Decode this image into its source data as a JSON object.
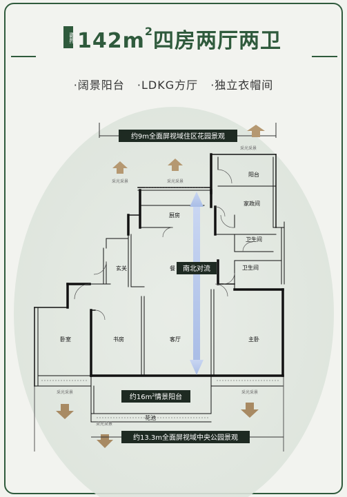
{
  "header": {
    "badge": "建面约",
    "title_main": "142m",
    "title_sup": "2",
    "title_rest": "四房两厅两卫"
  },
  "features": [
    "·阔景阳台",
    "·LDKG方厅",
    "·独立衣帽间"
  ],
  "plan": {
    "top_banner": "约9m全面屏视域住区花园景观",
    "mid_banner": "南北对流",
    "balcony_banner_main": "约16m",
    "balcony_banner_sup": "2",
    "balcony_banner_rest": "情景阳台",
    "bottom_banner": "约13.3m全面屏视域中央公园景观",
    "light_label": "采光采景",
    "rooms": {
      "balcony": "阳台",
      "laundry": "家政间",
      "kitchen": "厨房",
      "bath1": "卫生间",
      "bath2": "卫生间",
      "entry": "玄关",
      "dining": "餐",
      "bedroom": "卧室",
      "study": "书房",
      "living": "客厅",
      "master": "主卧",
      "garden": "花池"
    }
  },
  "colors": {
    "brand_green": "#2f5a3c",
    "arrow_brown": "#a88a63",
    "flow_blue": "#b9c9ea"
  }
}
